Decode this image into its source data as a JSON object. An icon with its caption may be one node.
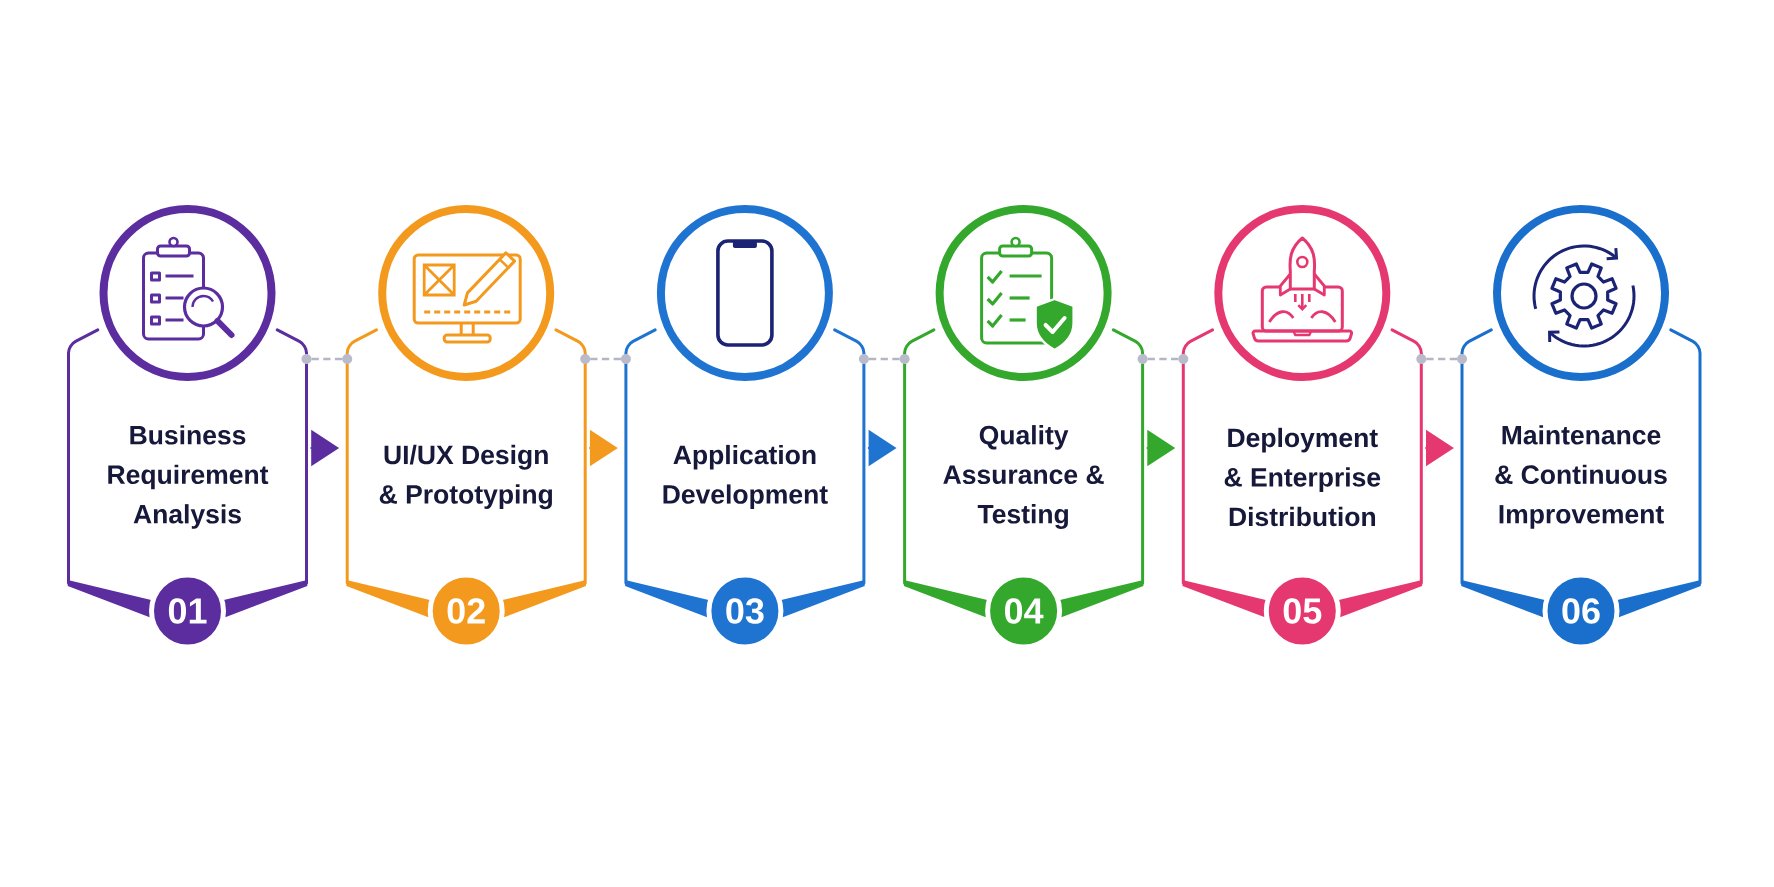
{
  "diagram": {
    "nodes": [
      {
        "text": [
          "Business Requirement Analysis"
        ]
      },
      {
        "text": [
          "01"
        ]
      },
      {
        "text": [
          "UI/UX Design & Prototyping"
        ]
      },
      {
        "text": [
          "02"
        ]
      },
      {
        "text": [
          "Application Development"
        ]
      },
      {
        "text": [
          "03"
        ]
      },
      {
        "text": [
          "Quality Assurance & Testing"
        ]
      },
      {
        "text": [
          "04"
        ]
      },
      {
        "text": [
          "Deployment & Enterprise Distribution"
        ]
      },
      {
        "text": [
          "05"
        ]
      },
      {
        "text": [
          "Maintenance & Continuous Improvement"
        ]
      },
      {
        "text": [
          "06"
        ]
      },
      {
        "text": [],
        "shape": "circle"
      },
      {
        "text": [],
        "shape": "circle"
      },
      {
        "text": [],
        "shape": "circle"
      },
      {
        "text": [],
        "shape": "circle"
      },
      {
        "text": [],
        "shape": "circle"
      },
      {
        "text": [],
        "shape": "circle"
      },
      {
        "text": [],
        "shape": "circle"
      },
      {
        "text": [],
        "shape": "circle"
      },
      {
        "text": [],
        "shape": "circle"
      },
      {
        "text": [],
        "shape": "circle"
      }
    ],
    "edges": [
      {
        "from": 12,
        "to": 13,
        "arrow": "none",
        "style": "dashed",
        "color": "#b4b6c6"
      },
      {
        "from": 0,
        "to": 2,
        "arrow": "to",
        "color": "#5b2d9e"
      },
      {
        "from": 14,
        "to": 15,
        "arrow": "none",
        "style": "dashed",
        "color": "#b4b6c6"
      },
      {
        "from": 2,
        "to": 4,
        "arrow": "to",
        "color": "#f39a1e"
      },
      {
        "from": 16,
        "to": 17,
        "arrow": "none",
        "style": "dashed",
        "color": "#b4b6c6"
      },
      {
        "from": 4,
        "to": 6,
        "arrow": "to",
        "color": "#1f74d1"
      },
      {
        "from": 18,
        "to": 19,
        "arrow": "none",
        "style": "dashed",
        "color": "#b4b6c6"
      },
      {
        "from": 6,
        "to": 8,
        "arrow": "to",
        "color": "#34a82c"
      },
      {
        "from": 20,
        "to": 21,
        "arrow": "none",
        "style": "dashed",
        "color": "#b4b6c6"
      },
      {
        "from": 8,
        "to": 10,
        "arrow": "to",
        "color": "#e63870"
      }
    ]
  }
}
